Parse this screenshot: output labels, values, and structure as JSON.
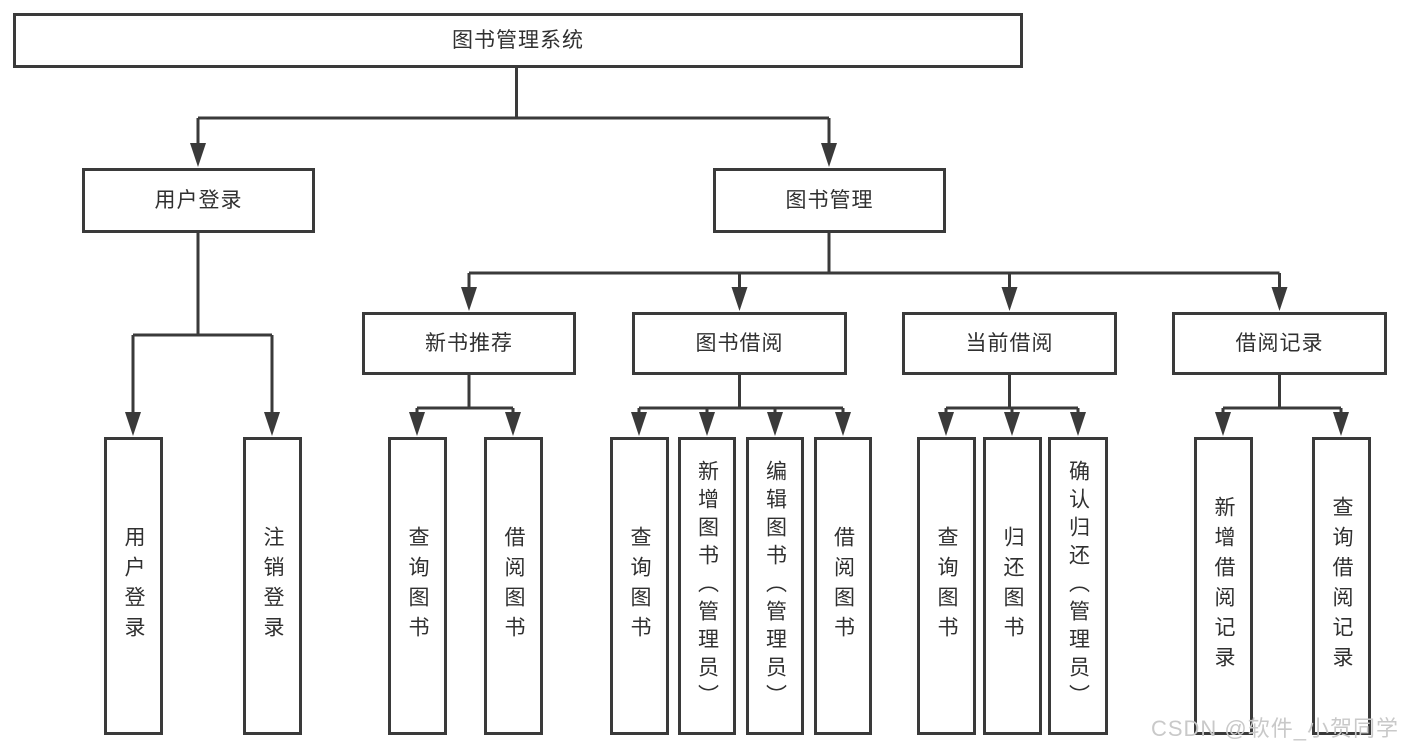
{
  "tree": {
    "label": "图书管理系统",
    "children": [
      {
        "label": "用户登录",
        "children": [
          {
            "label": "用户登录"
          },
          {
            "label": "注销登录"
          }
        ]
      },
      {
        "label": "图书管理",
        "children": [
          {
            "label": "新书推荐",
            "children": [
              {
                "label": "查询图书"
              },
              {
                "label": "借阅图书"
              }
            ]
          },
          {
            "label": "图书借阅",
            "children": [
              {
                "label": "查询图书"
              },
              {
                "label": "新增图书（管理员）"
              },
              {
                "label": "编辑图书（管理员）"
              },
              {
                "label": "借阅图书"
              }
            ]
          },
          {
            "label": "当前借阅",
            "children": [
              {
                "label": "查询图书"
              },
              {
                "label": "归还图书"
              },
              {
                "label": "确认归还（管理员）"
              }
            ]
          },
          {
            "label": "借阅记录",
            "children": [
              {
                "label": "新增借阅记录"
              },
              {
                "label": "查询借阅记录"
              }
            ]
          }
        ]
      }
    ]
  },
  "colors": {
    "line": "#3a3a3a",
    "text": "#303030",
    "watermark": "#c9c9c9"
  },
  "watermark": "CSDN @软件_小贺同学"
}
